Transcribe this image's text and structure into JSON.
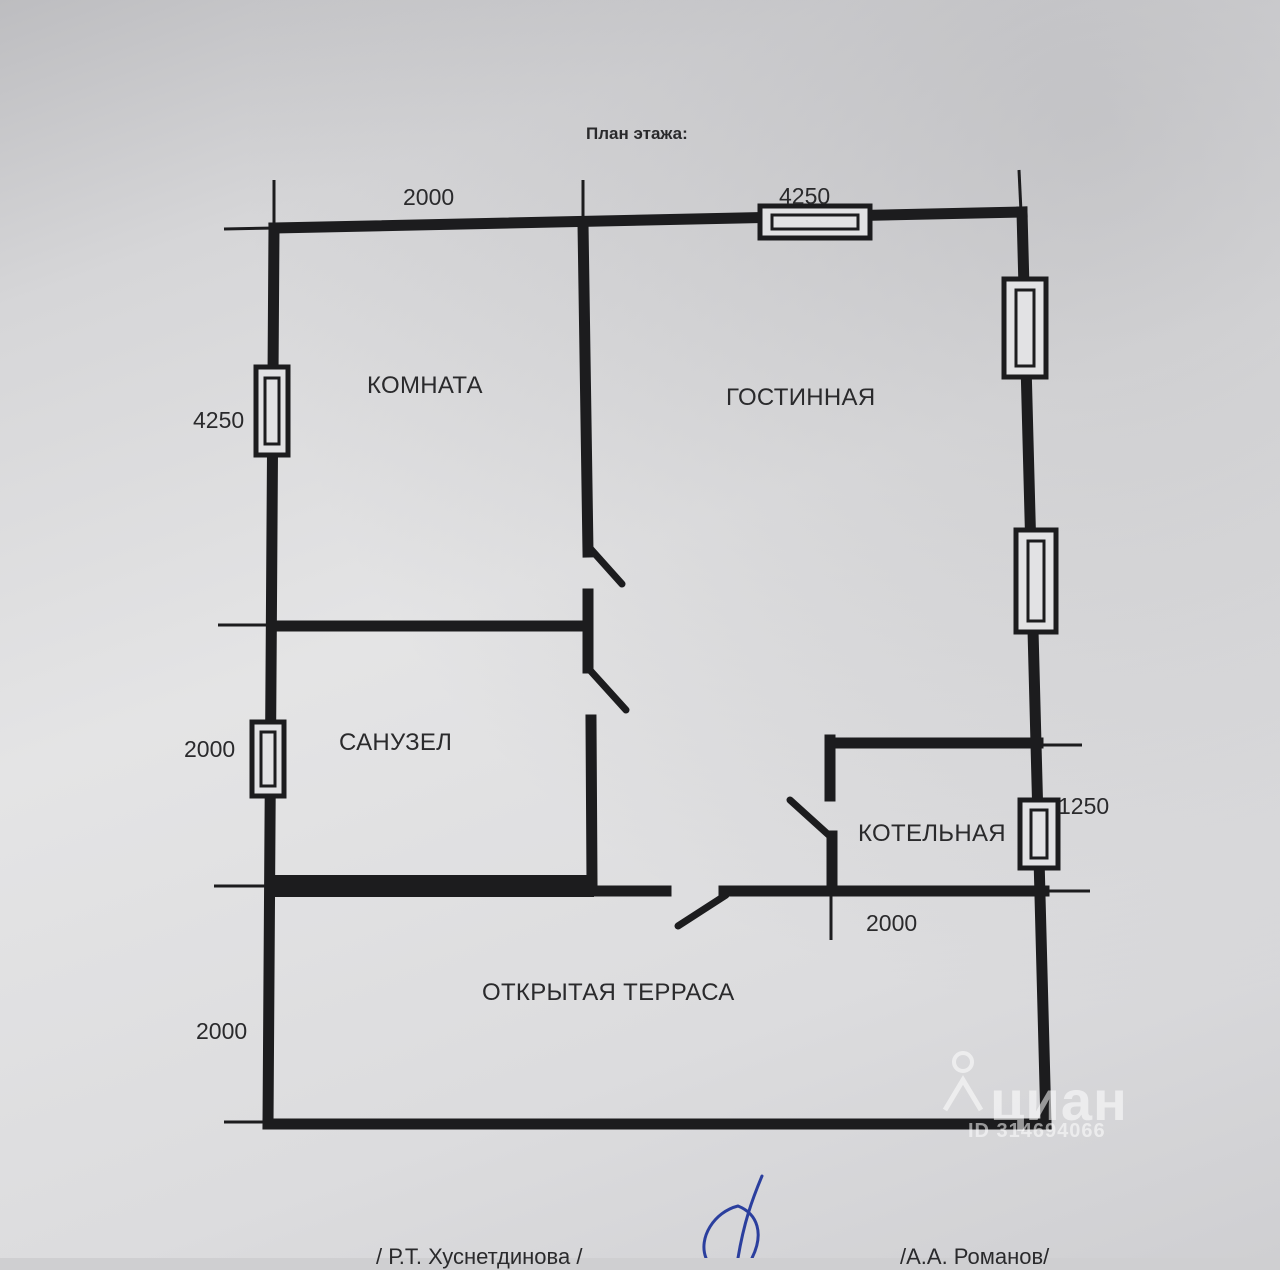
{
  "plan": {
    "title": "План этажа:",
    "rooms": {
      "komnata": "КОМНАТА",
      "gostinnaya": "ГОСТИННАЯ",
      "sanuzel": "САНУЗЕЛ",
      "kotelnaya": "КОТЕЛЬНАЯ",
      "terrace": "ОТКРЫТАЯ ТЕРРАСА"
    },
    "dimensions": {
      "top_left": "2000",
      "top_right": "4250",
      "left_upper": "4250",
      "left_middle": "2000",
      "left_lower": "2000",
      "right_boiler": "1250",
      "bottom_boiler": "2000"
    }
  },
  "watermark": {
    "logo": "циан",
    "id": "ID 314694066"
  },
  "signatures": {
    "left": "/ Р.Т. Хуснетдинова /",
    "right": "/А.А. Романов/"
  }
}
